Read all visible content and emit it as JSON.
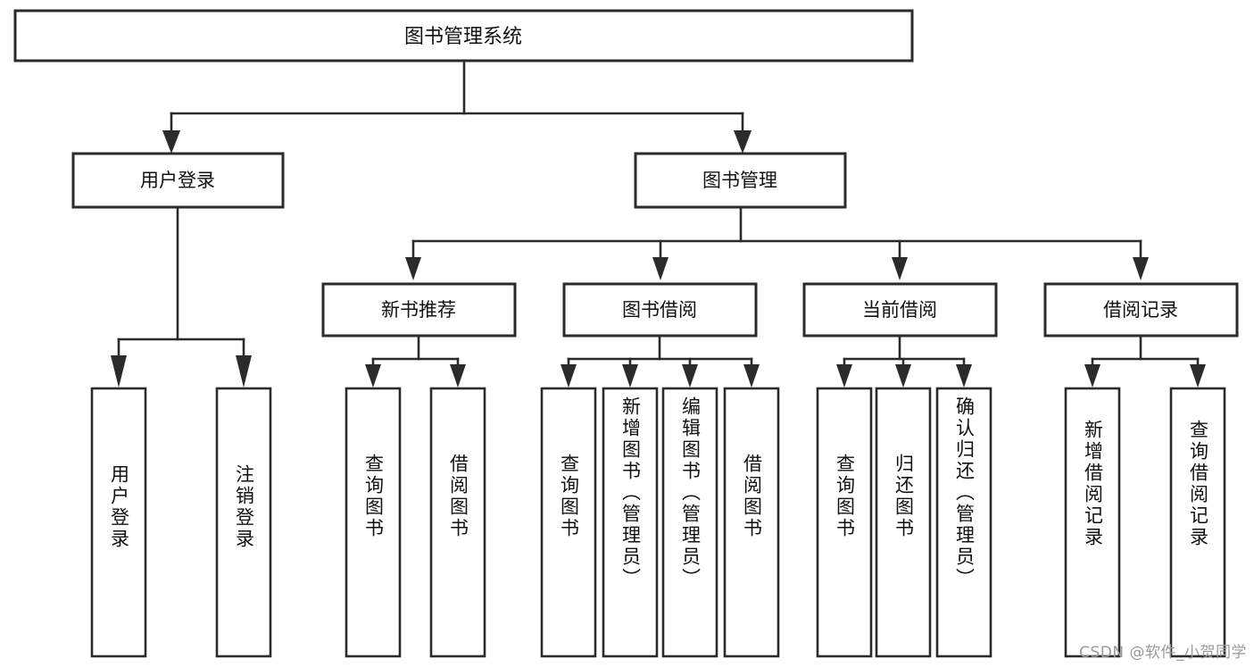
{
  "diagram": {
    "title": "图书管理系统",
    "type": "tree-hierarchy-chart",
    "orientation": "top-down",
    "colors": {
      "box_stroke": "#2b2b2b",
      "box_fill": "#ffffff",
      "edge": "#2b2b2b",
      "text": "#111111",
      "watermark": "#9a9a9a",
      "background": "#ffffff"
    },
    "root": {
      "label": "图书管理系统"
    },
    "level2": [
      {
        "label": "用户登录"
      },
      {
        "label": "图书管理"
      }
    ],
    "level3": [
      {
        "label": "新书推荐"
      },
      {
        "label": "图书借阅"
      },
      {
        "label": "当前借阅"
      },
      {
        "label": "借阅记录"
      }
    ],
    "leaves": {
      "user_login": [
        {
          "label": "用户登录"
        },
        {
          "label": "注销登录"
        }
      ],
      "new_book_recommend": [
        {
          "label": "查询图书"
        },
        {
          "label": "借阅图书"
        }
      ],
      "book_borrow": [
        {
          "label": "查询图书"
        },
        {
          "label": "新增图书（管理员）"
        },
        {
          "label": "编辑图书（管理员）"
        },
        {
          "label": "借阅图书"
        }
      ],
      "current_borrow": [
        {
          "label": "查询图书"
        },
        {
          "label": "归还图书"
        },
        {
          "label": "确认归还（管理员）"
        }
      ],
      "borrow_record": [
        {
          "label": "新增借阅记录"
        },
        {
          "label": "查询借阅记录"
        }
      ]
    }
  },
  "watermark": {
    "text": "CSDN @软件_小贺同学"
  }
}
